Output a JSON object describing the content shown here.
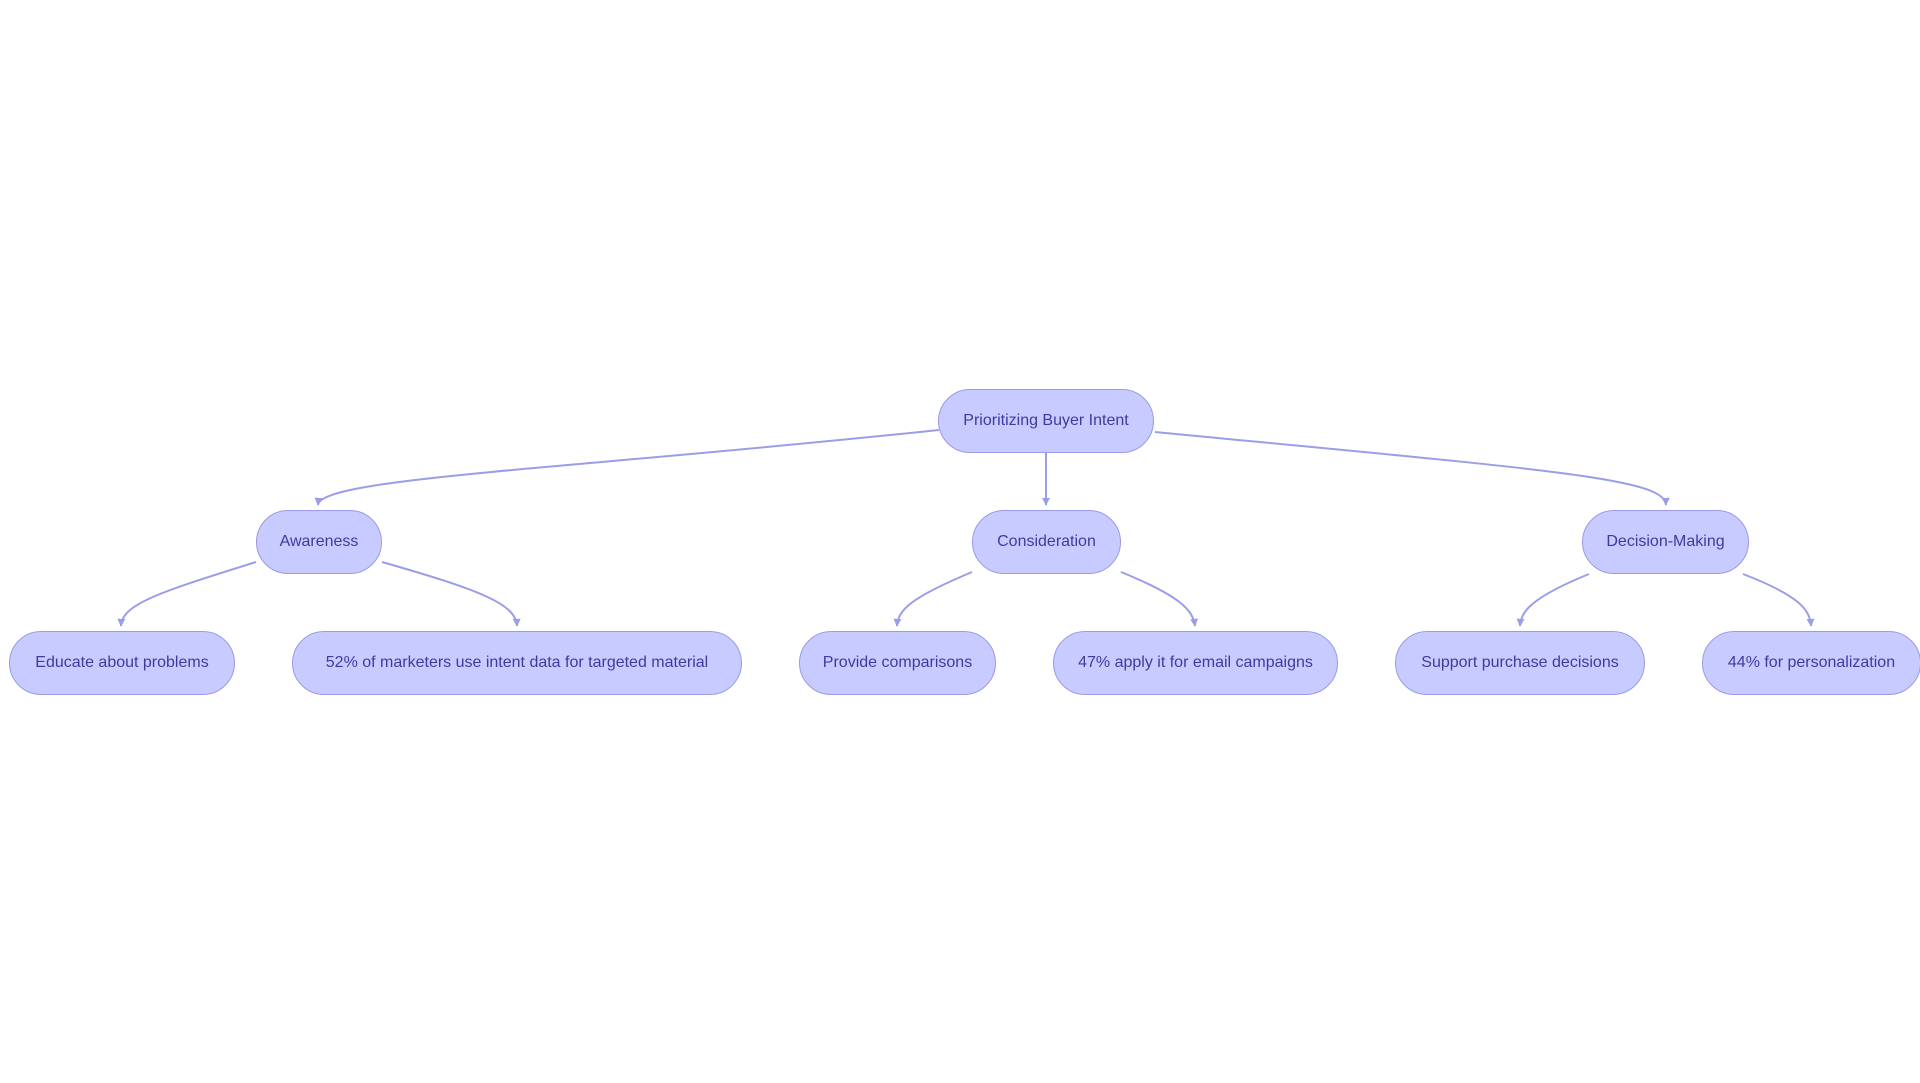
{
  "diagram": {
    "colors": {
      "node_fill": "#c8cbff",
      "node_border": "#9a9ae6",
      "node_text": "#3c3ca0",
      "edge": "#9a9ee6"
    },
    "root": {
      "label": "Prioritizing Buyer Intent"
    },
    "stages": [
      {
        "label": "Awareness",
        "children": [
          {
            "label": "Educate about problems"
          },
          {
            "label": "52% of marketers use intent data for targeted material"
          }
        ]
      },
      {
        "label": "Consideration",
        "children": [
          {
            "label": "Provide comparisons"
          },
          {
            "label": "47% apply it for email campaigns"
          }
        ]
      },
      {
        "label": "Decision-Making",
        "children": [
          {
            "label": "Support purchase decisions"
          },
          {
            "label": "44% for personalization"
          }
        ]
      }
    ]
  }
}
